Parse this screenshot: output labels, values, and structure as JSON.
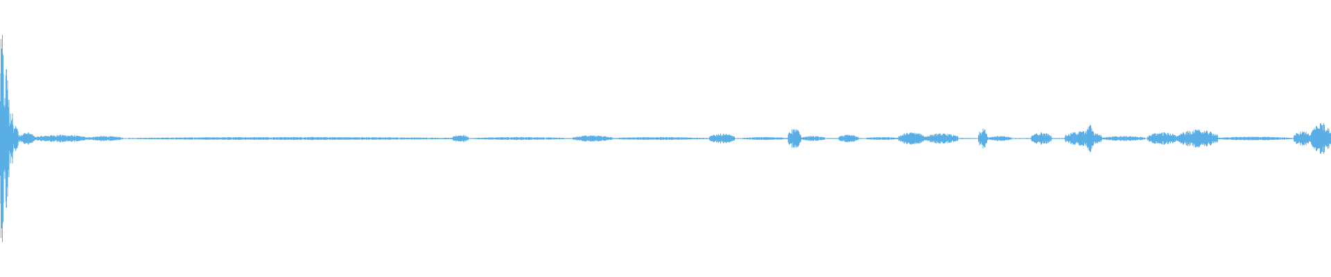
{
  "waveform": {
    "color": "#5aaee6",
    "background": "#ffffff",
    "duration_ratio": 1.0,
    "segments": [
      {
        "start": 0.0,
        "end": 0.003,
        "amp": 0.9
      },
      {
        "start": 0.003,
        "end": 0.007,
        "amp": 0.6
      },
      {
        "start": 0.007,
        "end": 0.01,
        "amp": 0.25
      },
      {
        "start": 0.01,
        "end": 0.014,
        "amp": 0.11
      },
      {
        "start": 0.014,
        "end": 0.026,
        "amp": 0.05
      },
      {
        "start": 0.026,
        "end": 0.065,
        "amp": 0.03
      },
      {
        "start": 0.065,
        "end": 0.092,
        "amp": 0.02
      },
      {
        "start": 0.096,
        "end": 0.345,
        "amp": 0.012
      },
      {
        "start": 0.34,
        "end": 0.352,
        "amp": 0.03
      },
      {
        "start": 0.356,
        "end": 0.425,
        "amp": 0.012
      },
      {
        "start": 0.43,
        "end": 0.46,
        "amp": 0.025
      },
      {
        "start": 0.46,
        "end": 0.53,
        "amp": 0.012
      },
      {
        "start": 0.533,
        "end": 0.552,
        "amp": 0.04
      },
      {
        "start": 0.558,
        "end": 0.592,
        "amp": 0.012
      },
      {
        "start": 0.592,
        "end": 0.602,
        "amp": 0.08
      },
      {
        "start": 0.602,
        "end": 0.62,
        "amp": 0.02
      },
      {
        "start": 0.63,
        "end": 0.645,
        "amp": 0.03
      },
      {
        "start": 0.65,
        "end": 0.675,
        "amp": 0.012
      },
      {
        "start": 0.675,
        "end": 0.695,
        "amp": 0.05
      },
      {
        "start": 0.695,
        "end": 0.72,
        "amp": 0.04
      },
      {
        "start": 0.735,
        "end": 0.742,
        "amp": 0.08
      },
      {
        "start": 0.742,
        "end": 0.76,
        "amp": 0.02
      },
      {
        "start": 0.775,
        "end": 0.79,
        "amp": 0.05
      },
      {
        "start": 0.8,
        "end": 0.828,
        "amp": 0.06
      },
      {
        "start": 0.816,
        "end": 0.822,
        "amp": 0.11
      },
      {
        "start": 0.828,
        "end": 0.86,
        "amp": 0.02
      },
      {
        "start": 0.862,
        "end": 0.885,
        "amp": 0.05
      },
      {
        "start": 0.885,
        "end": 0.915,
        "amp": 0.07
      },
      {
        "start": 0.915,
        "end": 0.97,
        "amp": 0.015
      },
      {
        "start": 0.972,
        "end": 0.985,
        "amp": 0.06
      },
      {
        "start": 0.985,
        "end": 1.0,
        "amp": 0.13
      }
    ]
  }
}
